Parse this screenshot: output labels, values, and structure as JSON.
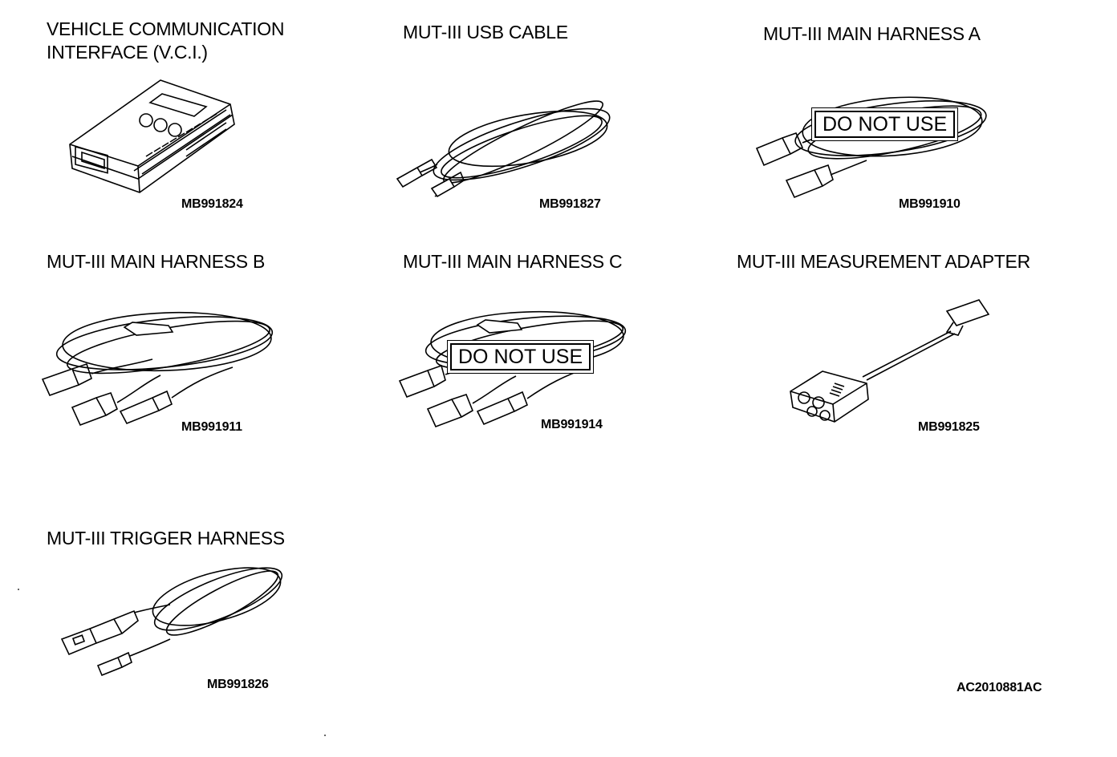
{
  "items": [
    {
      "title": "VEHICLE COMMUNICATION\nINTERFACE (V.C.I.)",
      "part": "MB991824",
      "icon": "vci-unit-icon"
    },
    {
      "title": "MUT-III USB CABLE",
      "part": "MB991827",
      "icon": "usb-cable-icon"
    },
    {
      "title": "MUT-III MAIN HARNESS A",
      "part": "MB991910",
      "icon": "main-harness-a-icon",
      "stamp": "DO NOT USE"
    },
    {
      "title": "MUT-III MAIN HARNESS B",
      "part": "MB991911",
      "icon": "main-harness-b-icon"
    },
    {
      "title": "MUT-III MAIN HARNESS C",
      "part": "MB991914",
      "icon": "main-harness-c-icon",
      "stamp": "DO NOT USE"
    },
    {
      "title": "MUT-III MEASUREMENT ADAPTER",
      "part": "MB991825",
      "icon": "measurement-adapter-icon"
    },
    {
      "title": "MUT-III TRIGGER HARNESS",
      "part": "MB991826",
      "icon": "trigger-harness-icon"
    }
  ],
  "figure_ref": "AC2010881AC"
}
